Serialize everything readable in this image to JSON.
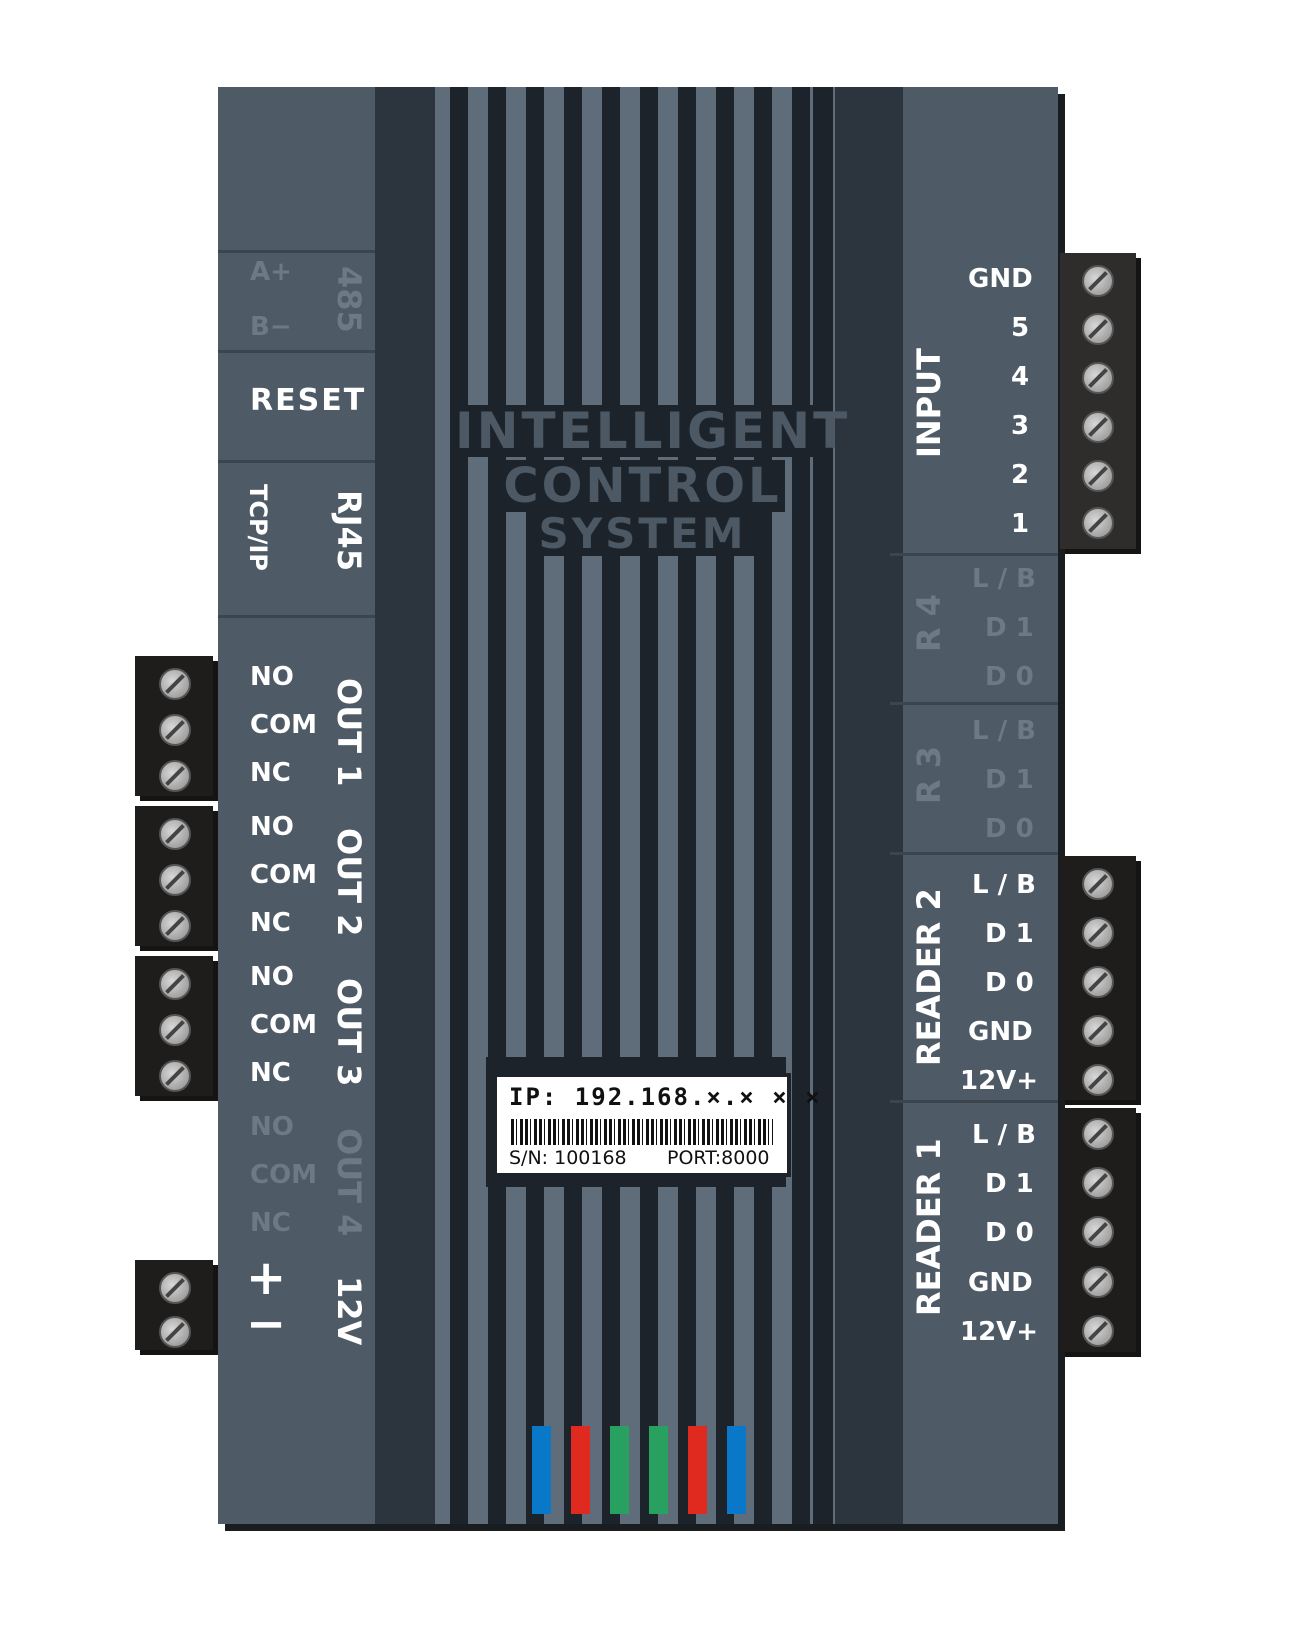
{
  "title_lines": [
    "INTELLIGENT",
    "CONTROL",
    "SYSTEM"
  ],
  "left": {
    "rs485": {
      "a_label": "A+",
      "b_label": "B−",
      "group_label": "485"
    },
    "reset_label": "RESET",
    "rj45": {
      "sub_label": "TCP/IP",
      "group_label": "RJ45"
    },
    "outputs": [
      {
        "group_label": "OUT 1",
        "pins": [
          "NO",
          "COM",
          "NC"
        ]
      },
      {
        "group_label": "OUT 2",
        "pins": [
          "NO",
          "COM",
          "NC"
        ]
      },
      {
        "group_label": "OUT 3",
        "pins": [
          "NO",
          "COM",
          "NC"
        ]
      },
      {
        "group_label": "OUT 4",
        "pins": [
          "NO",
          "COM",
          "NC"
        ]
      }
    ],
    "power": {
      "group_label": "12V",
      "plus_label": "+",
      "minus_label": "−"
    }
  },
  "right": {
    "input": {
      "group_label": "INPUT",
      "pins": [
        "GND",
        "5",
        "4",
        "3",
        "2",
        "1"
      ]
    },
    "r4": {
      "group_label": "R 4",
      "pins": [
        "L / B",
        "D 1",
        "D 0"
      ]
    },
    "r3": {
      "group_label": "R 3",
      "pins": [
        "L / B",
        "D 1",
        "D 0"
      ]
    },
    "reader2": {
      "group_label": "READER 2",
      "pins": [
        "L / B",
        "D 1",
        "D 0",
        "GND",
        "12V+"
      ]
    },
    "reader1": {
      "group_label": "READER 1",
      "pins": [
        "L / B",
        "D 1",
        "D 0",
        "GND",
        "12V+"
      ]
    }
  },
  "sticker": {
    "ip": "IP: 192.168.×.× × ×",
    "sn": "S/N: 100168",
    "port": "PORT:8000"
  },
  "colors": {
    "body": "#4e5a66",
    "stripe_dark": "#1c232a",
    "terminal": "#1e1d1c",
    "led_blue": "#0a78c8",
    "led_red": "#e02a20",
    "led_green": "#27a060"
  }
}
